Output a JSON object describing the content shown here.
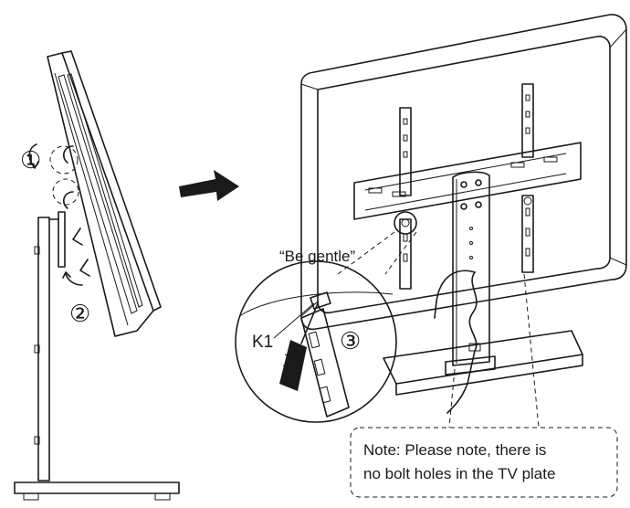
{
  "step_markers": [
    {
      "id": "step-1",
      "text": "①"
    },
    {
      "id": "step-2",
      "text": "②"
    },
    {
      "id": "step-3",
      "text": "③"
    }
  ],
  "callout": {
    "be_gentle": "“Be gentle”",
    "part_label": "K1"
  },
  "note": {
    "line1": "Note: Please note, there is",
    "line2": "no bolt holes in the TV plate"
  },
  "colors": {
    "ink": "#1a1a1a",
    "paper": "#ffffff",
    "plate": "#f2f2f2"
  }
}
